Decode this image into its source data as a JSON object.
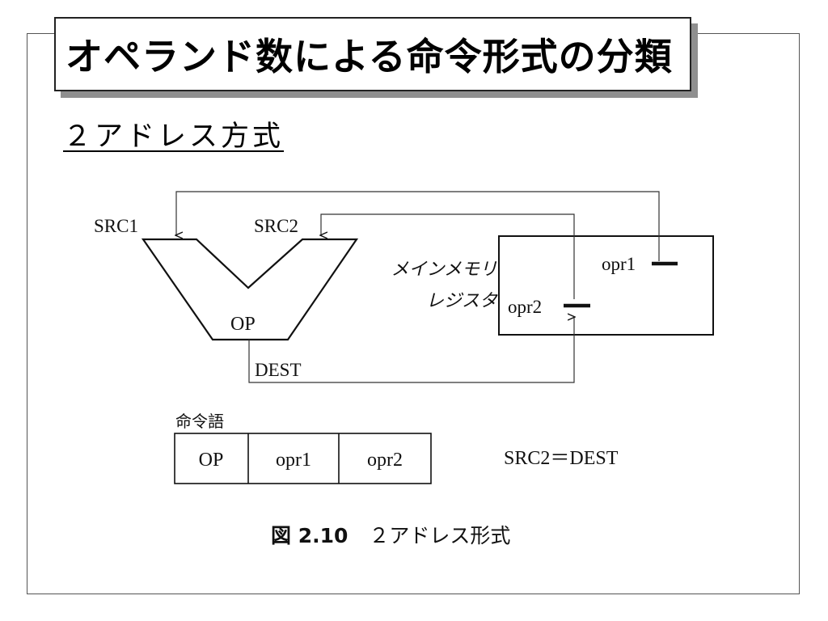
{
  "slide": {
    "title": "オペランド数による命令形式の分類",
    "subtitle": "２アドレス方式"
  },
  "diagram": {
    "alu_labels": {
      "src1": "SRC1",
      "src2": "SRC2",
      "op": "OP",
      "dest": "DEST"
    },
    "storage_labels": {
      "main_memory": "メインメモリ",
      "register": "レジスタ",
      "opr1": "opr1",
      "opr2": "opr2"
    },
    "instruction_word": {
      "label": "命令語",
      "fields": [
        "OP",
        "opr1",
        "opr2"
      ]
    },
    "equation": "SRC2＝DEST",
    "caption": {
      "number": "図 2.10",
      "text": "２アドレス形式"
    }
  }
}
